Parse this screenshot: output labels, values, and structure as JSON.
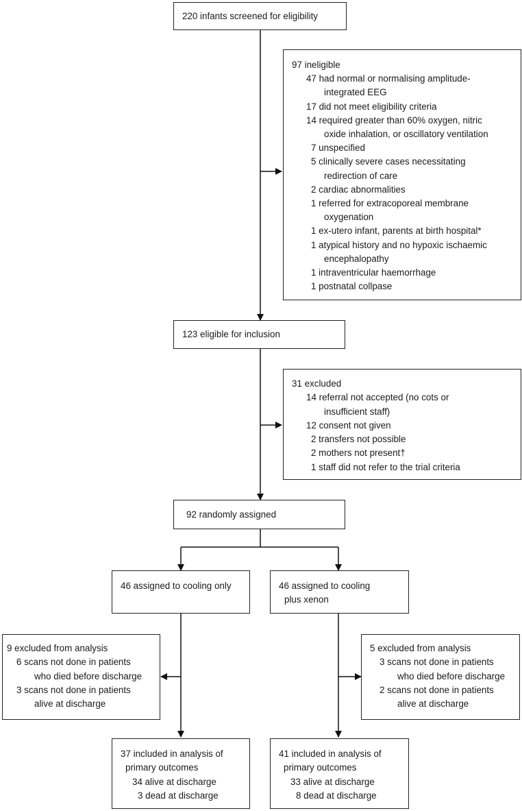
{
  "screened": {
    "text": "220 infants screened for eligibility"
  },
  "ineligible": {
    "lines": [
      "97 ineligible",
      "47 had normal or normalising amplitude-",
      "integrated EEG",
      "17 did not meet eligibility criteria",
      "14 required greater than 60% oxygen, nitric",
      "oxide inhalation, or oscillatory ventilation",
      "7 unspecified",
      "5 clinically severe cases necessitating",
      "redirection of care",
      "2 cardiac abnormalities",
      "1 referred for extracoporeal membrane",
      "oxygenation",
      "1 ex-utero infant, parents at birth hospital*",
      "1 atypical history and no hypoxic ischaemic",
      "encephalopathy",
      "1 intraventricular haemorrhage",
      "1 postnatal collpase"
    ]
  },
  "eligible": {
    "text": "123 eligible for inclusion"
  },
  "excluded": {
    "lines": [
      "31 excluded",
      "14 referral not accepted (no cots or",
      "insufficient staff)",
      "12 consent not given",
      "2 transfers not possible",
      "2 mothers not present†",
      "1 staff did not refer to the trial criteria"
    ]
  },
  "randomised": {
    "text": "92 randomly assigned"
  },
  "cooling": {
    "lines": [
      "46 assigned to cooling only"
    ]
  },
  "xenon": {
    "lines": [
      "46 assigned to cooling",
      "plus xenon"
    ]
  },
  "cooling_excluded": {
    "lines": [
      "9 excluded from analysis",
      "6 scans not done in patients",
      "who died before discharge",
      "3 scans not done in patients",
      "alive at discharge"
    ]
  },
  "xenon_excluded": {
    "lines": [
      "5 excluded from analysis",
      "3 scans not done in patients",
      "who died before discharge",
      "2 scans not done in patients",
      "alive at discharge"
    ]
  },
  "cooling_analysed": {
    "lines": [
      "37 included in analysis of",
      "primary outcomes",
      "34 alive at discharge",
      "3 dead at discharge"
    ]
  },
  "xenon_analysed": {
    "lines": [
      "41 included in analysis of",
      "primary outcomes",
      "33 alive at discharge",
      "8 dead at discharge"
    ]
  }
}
